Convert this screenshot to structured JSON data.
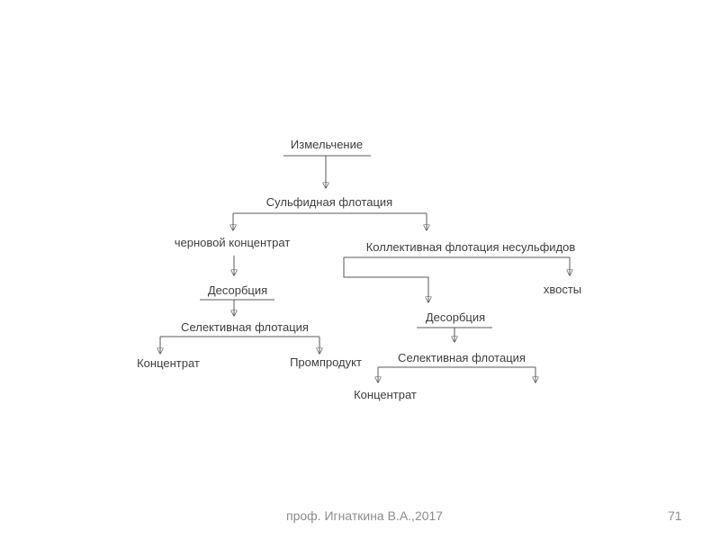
{
  "slide": {
    "footer": {
      "author": "проф. Игнаткина В.А.,2017",
      "page_number": "71"
    }
  },
  "diagram": {
    "type": "flowchart",
    "language": "ru",
    "colors": {
      "background": "#ffffff",
      "node_text": "#3d3d3d",
      "line": "#5a5a5a",
      "footer_text": "#8c8c8c"
    },
    "nodes": {
      "grinding": "Измельчение",
      "sulfide_flotation": "Сульфидная флотация",
      "rough_concentrate": "черновой концентрат",
      "collective_flotation": "Коллективная флотация несульфидов",
      "tailings": "хвосты",
      "desorption_left": "Десорбция",
      "selective_flotation_left": "Селективная флотация",
      "concentrate_left": "Концентрат",
      "middlings": "Промпродукт",
      "desorption_right": "Десорбция",
      "selective_flotation_right": "Селективная флотация",
      "concentrate_right": "Концентрат"
    },
    "edges": [
      {
        "from": "grinding",
        "to": "sulfide_flotation"
      },
      {
        "from": "sulfide_flotation",
        "to": "rough_concentrate"
      },
      {
        "from": "sulfide_flotation",
        "to": "collective_flotation"
      },
      {
        "from": "rough_concentrate",
        "to": "desorption_left"
      },
      {
        "from": "desorption_left",
        "to": "selective_flotation_left"
      },
      {
        "from": "selective_flotation_left",
        "to": "concentrate_left"
      },
      {
        "from": "selective_flotation_left",
        "to": "middlings"
      },
      {
        "from": "collective_flotation",
        "to": "tailings"
      },
      {
        "from": "collective_flotation",
        "to": "desorption_right"
      },
      {
        "from": "desorption_right",
        "to": "selective_flotation_right"
      },
      {
        "from": "selective_flotation_right",
        "to": "concentrate_right"
      },
      {
        "from": "selective_flotation_right",
        "to": "unlabeled-output"
      }
    ]
  }
}
